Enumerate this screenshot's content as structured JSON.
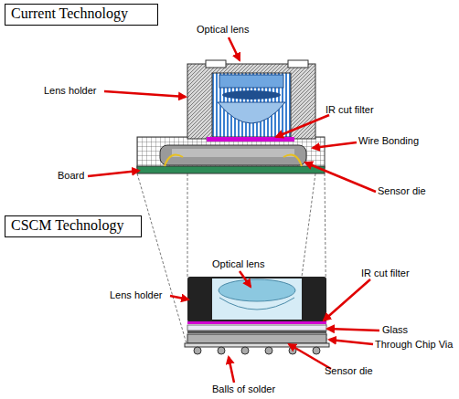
{
  "diagram": {
    "nodes": [
      {
        "text": [
          "Current Technology"
        ]
      },
      {
        "text": [
          "CSCM Technology"
        ]
      }
    ],
    "labels": [
      "Optical lens",
      "Lens holder",
      "IR cut filter",
      "Wire Bonding",
      "Board",
      "Sensor die",
      "Optical lens",
      "IR cut filter",
      "Lens holder",
      "Glass",
      "Through Chip Via",
      "Sensor die",
      "Balls of solder"
    ]
  }
}
